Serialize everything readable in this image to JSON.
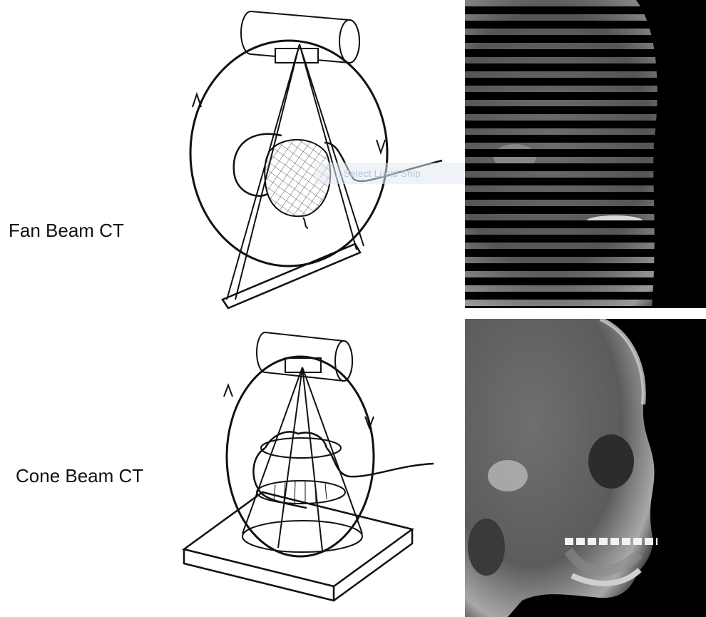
{
  "labels": {
    "fan_beam": "Fan Beam CT",
    "cone_beam": "Cone Beam CT"
  },
  "overlay_fragment": "...Select Lucid Ship",
  "colors": {
    "line": "#111111",
    "background": "#ffffff",
    "xray_background": "#000000"
  }
}
